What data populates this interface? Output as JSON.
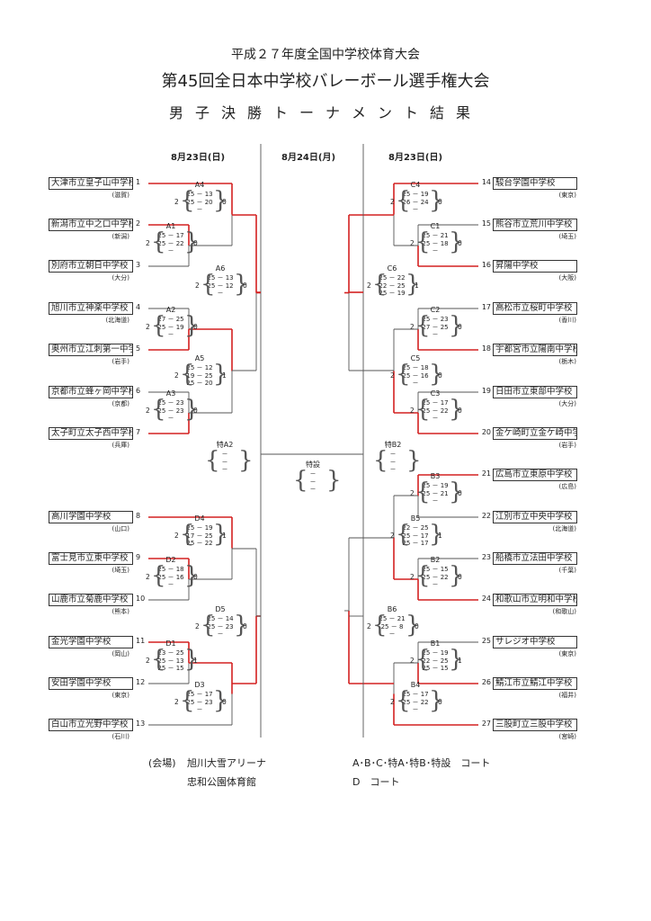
{
  "header": {
    "line1": "平成２７年度全国中学校体育大会",
    "line2": "第45回全日本中学校バレーボール選手権大会",
    "line3": "男子決勝トーナメント結果"
  },
  "dates": {
    "left": "8月23日(日)",
    "center": "8月24日(月)",
    "right": "8月23日(日)"
  },
  "teams": [
    {
      "num": "1",
      "name": "大津市立皇子山中学校",
      "pref": "(滋賀)"
    },
    {
      "num": "2",
      "name": "新潟市立中之口中学校",
      "pref": "(新潟)"
    },
    {
      "num": "3",
      "name": "別府市立朝日中学校",
      "pref": "(大分)"
    },
    {
      "num": "4",
      "name": "旭川市立神楽中学校",
      "pref": "(北海道)"
    },
    {
      "num": "5",
      "name": "奥州市立江刺第一中学校",
      "pref": "(岩手)"
    },
    {
      "num": "6",
      "name": "京都市立蜂ヶ岡中学校",
      "pref": "(京都)"
    },
    {
      "num": "7",
      "name": "太子町立太子西中学校",
      "pref": "(兵庫)"
    },
    {
      "num": "8",
      "name": "高川学園中学校",
      "pref": "(山口)"
    },
    {
      "num": "9",
      "name": "富士見市立東中学校",
      "pref": "(埼玉)"
    },
    {
      "num": "10",
      "name": "山鹿市立菊鹿中学校",
      "pref": "(熊本)"
    },
    {
      "num": "11",
      "name": "金光学園中学校",
      "pref": "(岡山)"
    },
    {
      "num": "12",
      "name": "安田学園中学校",
      "pref": "(東京)"
    },
    {
      "num": "13",
      "name": "白山市立光野中学校",
      "pref": "(石川)"
    },
    {
      "num": "14",
      "name": "駿台学園中学校",
      "pref": "(東京)"
    },
    {
      "num": "15",
      "name": "熊谷市立荒川中学校",
      "pref": "(埼玉)"
    },
    {
      "num": "16",
      "name": "昇陽中学校",
      "pref": "(大阪)"
    },
    {
      "num": "17",
      "name": "高松市立桜町中学校",
      "pref": "(香川)"
    },
    {
      "num": "18",
      "name": "宇都宮市立陽南中学校",
      "pref": "(栃木)"
    },
    {
      "num": "19",
      "name": "日田市立東部中学校",
      "pref": "(大分)"
    },
    {
      "num": "20",
      "name": "金ケ崎町立金ケ崎中学校",
      "pref": "(岩手)"
    },
    {
      "num": "21",
      "name": "広島市立東原中学校",
      "pref": "(広島)"
    },
    {
      "num": "22",
      "name": "江別市立中央中学校",
      "pref": "(北海道)"
    },
    {
      "num": "23",
      "name": "船橋市立法田中学校",
      "pref": "(千葉)"
    },
    {
      "num": "24",
      "name": "和歌山市立明和中学校",
      "pref": "(和歌山)"
    },
    {
      "num": "25",
      "name": "サレジオ中学校",
      "pref": "(東京)"
    },
    {
      "num": "26",
      "name": "鯖江市立鯖江中学校",
      "pref": "(福井)"
    },
    {
      "num": "27",
      "name": "三股町立三股中学校",
      "pref": "(宮崎)"
    }
  ],
  "matches": [
    {
      "label": "A4",
      "left": "2",
      "right": "0",
      "scores": [
        "25 － 13",
        "25 － 20",
        "－"
      ]
    },
    {
      "label": "A1",
      "left": "2",
      "right": "0",
      "scores": [
        "25 － 17",
        "25 － 22",
        "－"
      ]
    },
    {
      "label": "A6",
      "left": "2",
      "right": "0",
      "scores": [
        "25 － 13",
        "25 － 12",
        "－"
      ]
    },
    {
      "label": "A2",
      "left": "2",
      "right": "0",
      "scores": [
        "27 － 25",
        "25 － 19",
        "－"
      ]
    },
    {
      "label": "A5",
      "left": "2",
      "right": "1",
      "scores": [
        "25 － 12",
        "19 － 25",
        "25 － 20"
      ]
    },
    {
      "label": "A3",
      "left": "2",
      "right": "0",
      "scores": [
        "25 － 23",
        "25 － 23",
        "－"
      ]
    },
    {
      "label": "特A2",
      "left": "",
      "right": "",
      "scores": [
        "－",
        "－",
        "－"
      ]
    },
    {
      "label": "D4",
      "left": "2",
      "right": "1",
      "scores": [
        "25 － 19",
        "17 － 25",
        "25 － 22"
      ]
    },
    {
      "label": "D2",
      "left": "2",
      "right": "0",
      "scores": [
        "25 － 18",
        "25 － 16",
        "－"
      ]
    },
    {
      "label": "D5",
      "left": "2",
      "right": "0",
      "scores": [
        "25 － 14",
        "25 － 23",
        "－"
      ]
    },
    {
      "label": "D1",
      "left": "2",
      "right": "1",
      "scores": [
        "23 － 25",
        "25 － 13",
        "25 － 15"
      ]
    },
    {
      "label": "D3",
      "left": "2",
      "right": "0",
      "scores": [
        "25 － 17",
        "25 － 23",
        "－"
      ]
    },
    {
      "label": "C4",
      "left": "2",
      "right": "0",
      "scores": [
        "25 － 19",
        "26 － 24",
        "－"
      ]
    },
    {
      "label": "C1",
      "left": "2",
      "right": "0",
      "scores": [
        "25 － 21",
        "25 － 18",
        "－"
      ]
    },
    {
      "label": "C6",
      "left": "2",
      "right": "1",
      "scores": [
        "25 － 22",
        "22 － 25",
        "25 － 19"
      ]
    },
    {
      "label": "C2",
      "left": "2",
      "right": "0",
      "scores": [
        "25 － 23",
        "27 － 25",
        "－"
      ]
    },
    {
      "label": "C5",
      "left": "2",
      "right": "0",
      "scores": [
        "25 － 18",
        "25 － 16",
        "－"
      ]
    },
    {
      "label": "C3",
      "left": "2",
      "right": "0",
      "scores": [
        "25 － 17",
        "25 － 22",
        "－"
      ]
    },
    {
      "label": "特B2",
      "left": "",
      "right": "",
      "scores": [
        "－",
        "－",
        "－"
      ]
    },
    {
      "label": "B3",
      "left": "2",
      "right": "0",
      "scores": [
        "25 － 19",
        "25 － 21",
        "－"
      ]
    },
    {
      "label": "B5",
      "left": "2",
      "right": "1",
      "scores": [
        "22 － 25",
        "25 － 17",
        "25 － 17"
      ]
    },
    {
      "label": "B2",
      "left": "2",
      "right": "0",
      "scores": [
        "25 － 15",
        "25 － 22",
        "－"
      ]
    },
    {
      "label": "B6",
      "left": "2",
      "right": "0",
      "scores": [
        "25 － 21",
        "25 － 8",
        "－"
      ]
    },
    {
      "label": "B1",
      "left": "2",
      "right": "1",
      "scores": [
        "25 － 19",
        "22 － 25",
        "25 － 15"
      ]
    },
    {
      "label": "B4",
      "left": "2",
      "right": "0",
      "scores": [
        "25 － 17",
        "25 － 22",
        "－"
      ]
    },
    {
      "label": "特設",
      "left": "",
      "right": "",
      "scores": [
        "－",
        "－",
        "－"
      ]
    }
  ],
  "venue": {
    "label": "(会場)",
    "name1": "旭川大雪アリーナ",
    "name2": "忠和公園体育館",
    "courts1": "A･B･C･特A･特B･特設　コート",
    "courts2": "D　コート"
  },
  "colors": {
    "winner_line": "#d42020",
    "line": "#555555"
  }
}
